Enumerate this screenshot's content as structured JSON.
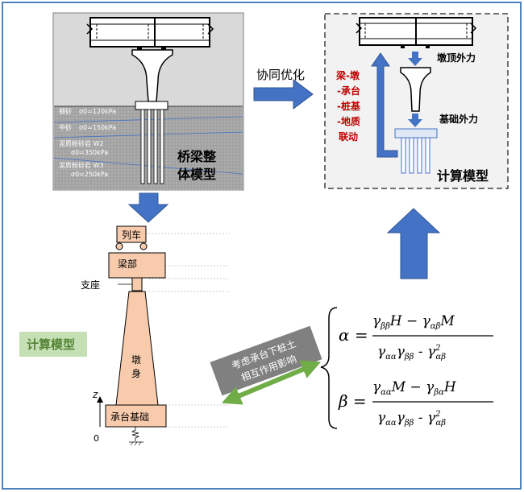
{
  "soil_layers": [
    {
      "name": "细砂",
      "param": "σ0=120kPa"
    },
    {
      "name": "中砂",
      "param": "σ0=150kPa"
    },
    {
      "name": "泥质粉砂岩 W2",
      "param": "σ0=350kPa"
    },
    {
      "name": "泥质粉砂岩 W3",
      "param": "σ0=250kPa"
    }
  ],
  "bridge_model_title": [
    "桥梁整",
    "体模型"
  ],
  "co_optimize_label": "协同优化",
  "coupling_text": [
    "梁-墩",
    "-承台",
    "-桩基",
    "-地质",
    "联动"
  ],
  "pier_top_force": "墩顶外力",
  "foundation_force": "基础外力",
  "calc_model_title": "计算模型",
  "calc_model_badge": "计算模型",
  "structure": {
    "train": "列车",
    "beam": "梁部",
    "bearing": "支座",
    "pier": "墩身",
    "cap": "承台基础",
    "z_axis": "z",
    "origin": "0"
  },
  "interaction_note": [
    "考虑承台下桩土",
    "相互作用影响"
  ],
  "colors": {
    "accent_blue": "#4472C4",
    "dark_blue": "#2F5597",
    "red": "#C00000",
    "green": "#70AD47",
    "gray_box": "#808080",
    "salmon": "#F8CBAD",
    "badge_green_bg": "#C5E0B4",
    "badge_green_text": "#548235"
  }
}
